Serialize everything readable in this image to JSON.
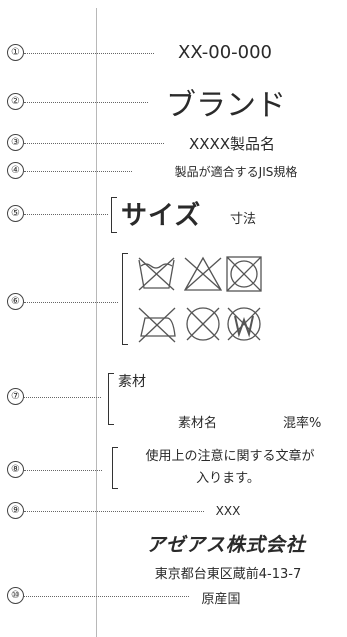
{
  "markers": [
    "①",
    "②",
    "③",
    "④",
    "⑤",
    "⑥",
    "⑦",
    "⑧",
    "⑨",
    "⑩"
  ],
  "label": {
    "product_code": "XX-00-000",
    "brand": "ブランド",
    "product_name": "XXXX製品名",
    "jis_standard": "製品が適合するJIS規格",
    "size_title": "サイズ",
    "size_sub": "寸法",
    "material_title": "素材",
    "material_name": "素材名",
    "material_ratio": "混率%",
    "caution_line1": "使用上の注意に関する文章が",
    "caution_line2": "入ります。",
    "contact": "XXX",
    "company": "アゼアス株式会社",
    "address": "東京都台東区蔵前4-13-7",
    "origin": "原産国"
  },
  "care_icons": [
    "no-wash-icon",
    "no-bleach-icon",
    "no-tumble-dry-icon",
    "no-iron-icon",
    "no-dry-clean-icon",
    "no-wet-clean-icon"
  ],
  "colors": {
    "ink": "#2a2a2a",
    "icon": "#555555",
    "guide": "#b8b8b8"
  }
}
